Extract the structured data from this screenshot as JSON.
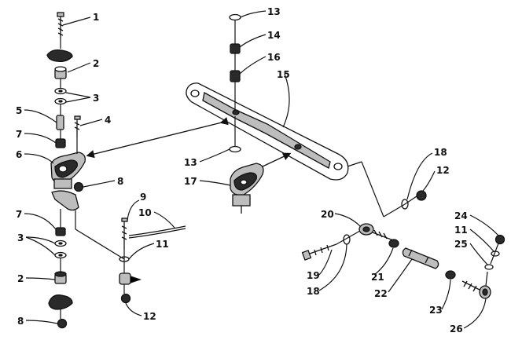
{
  "callouts": [
    {
      "id": "c1",
      "text": "1"
    },
    {
      "id": "c2a",
      "text": "2"
    },
    {
      "id": "c3a",
      "text": "3"
    },
    {
      "id": "c5",
      "text": "5"
    },
    {
      "id": "c4",
      "text": "4"
    },
    {
      "id": "c7a",
      "text": "7"
    },
    {
      "id": "c6",
      "text": "6"
    },
    {
      "id": "c8a",
      "text": "8"
    },
    {
      "id": "c7b",
      "text": "7"
    },
    {
      "id": "c3b",
      "text": "3"
    },
    {
      "id": "c2b",
      "text": "2"
    },
    {
      "id": "c8b",
      "text": "8"
    },
    {
      "id": "c9",
      "text": "9"
    },
    {
      "id": "c10",
      "text": "10"
    },
    {
      "id": "c11a",
      "text": "11"
    },
    {
      "id": "c12a",
      "text": "12"
    },
    {
      "id": "c13a",
      "text": "13"
    },
    {
      "id": "c14",
      "text": "14"
    },
    {
      "id": "c16",
      "text": "16"
    },
    {
      "id": "c15",
      "text": "15"
    },
    {
      "id": "c13b",
      "text": "13"
    },
    {
      "id": "c17",
      "text": "17"
    },
    {
      "id": "c18a",
      "text": "18"
    },
    {
      "id": "c12b",
      "text": "12"
    },
    {
      "id": "c20",
      "text": "20"
    },
    {
      "id": "c24",
      "text": "24"
    },
    {
      "id": "c11b",
      "text": "11"
    },
    {
      "id": "c25",
      "text": "25"
    },
    {
      "id": "c19",
      "text": "19"
    },
    {
      "id": "c18b",
      "text": "18"
    },
    {
      "id": "c21",
      "text": "21"
    },
    {
      "id": "c22",
      "text": "22"
    },
    {
      "id": "c23",
      "text": "23"
    },
    {
      "id": "c26",
      "text": "26"
    }
  ]
}
